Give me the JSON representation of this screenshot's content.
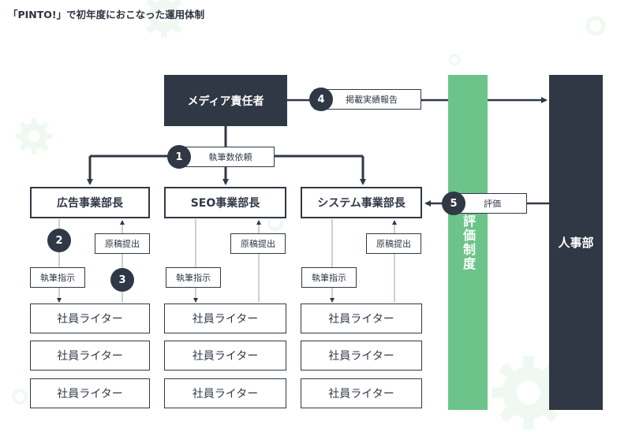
{
  "title": "「PINTO!」で初年度におこなった運用体制",
  "nodes": {
    "media_manager": "メディア責任者",
    "hr": "人事部",
    "evaluation": "評価制度",
    "ad_head": "広告事業部長",
    "seo_head": "SEO事業部長",
    "system_head": "システム事業部長",
    "writer": "社員ライター"
  },
  "steps": [
    {
      "num": "1",
      "label": "執筆数依頼"
    },
    {
      "num": "2",
      "label": "執筆指示"
    },
    {
      "num": "3",
      "label": "原稿提出"
    },
    {
      "num": "4",
      "label": "掲載実績報告"
    },
    {
      "num": "5",
      "label": "評価"
    }
  ],
  "colors": {
    "dark": "#303846",
    "green": "#6cc48a",
    "gear": "#e6f5ea"
  }
}
